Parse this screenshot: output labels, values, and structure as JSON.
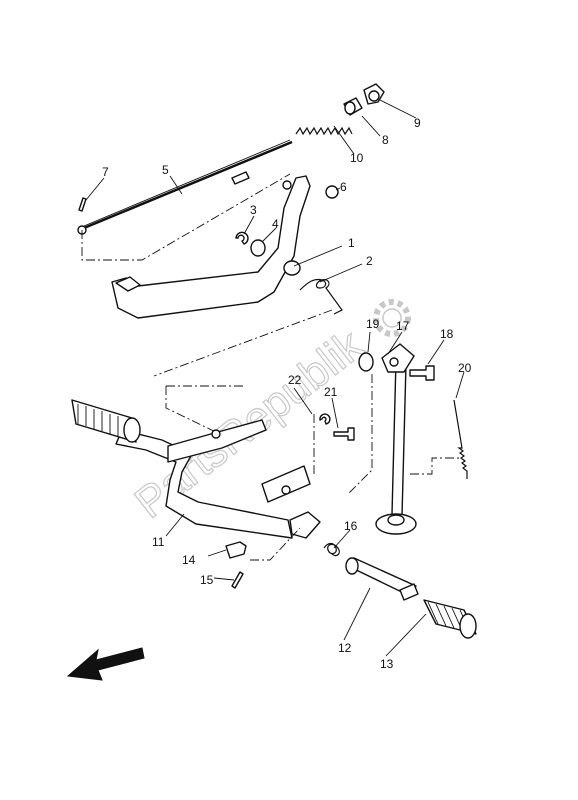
{
  "watermark": "PartsRepublik",
  "parts": [
    {
      "number": "1"
    },
    {
      "number": "2"
    },
    {
      "number": "3"
    },
    {
      "number": "4"
    },
    {
      "number": "5"
    },
    {
      "number": "6"
    },
    {
      "number": "7"
    },
    {
      "number": "8"
    },
    {
      "number": "9"
    },
    {
      "number": "10"
    },
    {
      "number": "11"
    },
    {
      "number": "12"
    },
    {
      "number": "13"
    },
    {
      "number": "14"
    },
    {
      "number": "15"
    },
    {
      "number": "16"
    },
    {
      "number": "17"
    },
    {
      "number": "18"
    },
    {
      "number": "19"
    },
    {
      "number": "20"
    },
    {
      "number": "21"
    },
    {
      "number": "22"
    }
  ],
  "icons": {
    "direction_arrow": "front-direction-arrow-icon",
    "gear_logo": "gear-icon"
  }
}
